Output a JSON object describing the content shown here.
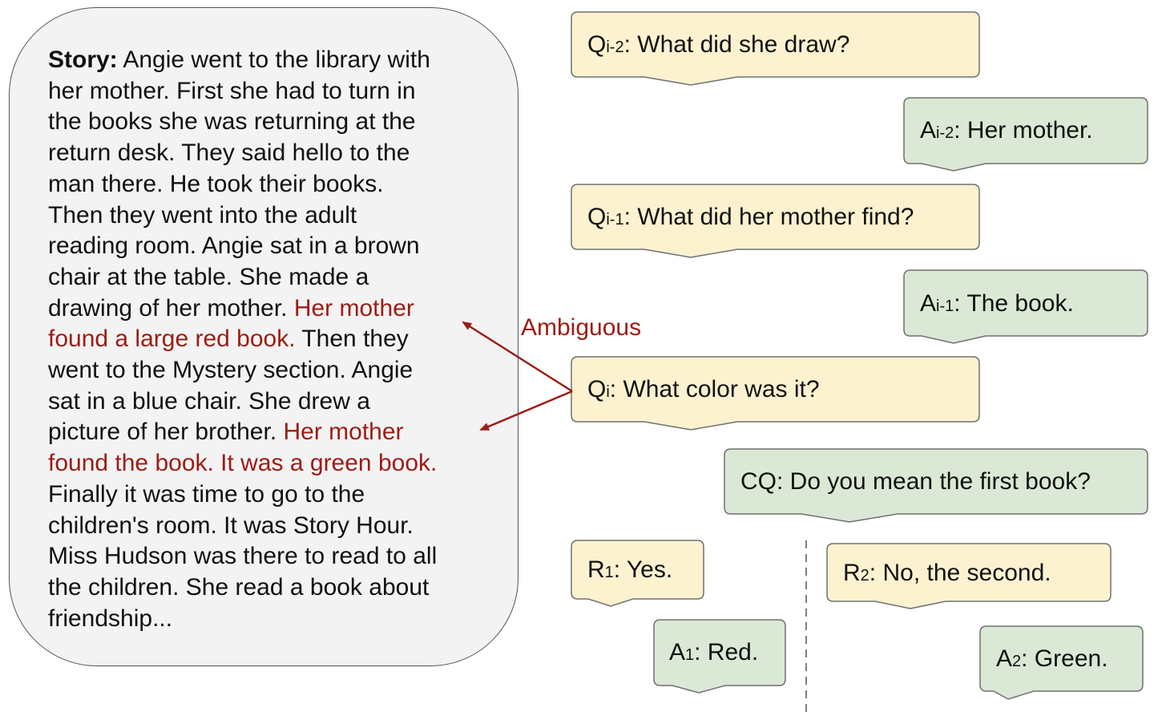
{
  "story": {
    "label": "Story:",
    "lines": [
      " Angie went to the library with",
      "her mother. First she had to turn in",
      "the books she was returning at the",
      "return desk. They said hello to the",
      "man there. He took their books.",
      "Then they went into the adult",
      "reading room. Angie sat in a brown",
      "chair at the table. She made a",
      "drawing of her mother. ",
      "found a large red book.",
      " Then they",
      "went to the Mystery section. Angie",
      "sat in a blue chair. She drew a",
      "picture of her brother. ",
      "found the book. It was a green book.",
      "Finally it was time to go to the",
      "children's room. It was Story Hour.",
      "Miss Hudson was there to read to all",
      "the children. She read a book about",
      "friendship..."
    ],
    "highlight_1a": "Her mother",
    "highlight_2a": "Her mother",
    "highlight_color": "#9c1c14"
  },
  "annotation": {
    "ambiguous_label": "Ambiguous",
    "color": "#9c1c14"
  },
  "colors": {
    "question_fill": "#fcf2cf",
    "answer_fill": "#dbe8d5",
    "border": "#707070"
  },
  "dialogue": {
    "q_i2": {
      "main": "Q",
      "sub": "i-2",
      "text": ": What did she draw?"
    },
    "a_i2": {
      "main": "A",
      "sub": "i-2",
      "text": ": Her mother."
    },
    "q_i1": {
      "main": "Q",
      "sub": "i-1",
      "text": ": What did her mother find?"
    },
    "a_i1": {
      "main": "A",
      "sub": "i-1",
      "text": ": The book."
    },
    "q_i": {
      "main": "Q",
      "sub": "i",
      "text": ": What color was it?"
    },
    "cq": {
      "text": "CQ: Do you mean the first book?"
    },
    "r1": {
      "main": "R",
      "sub": "1",
      "text": ": Yes."
    },
    "a1": {
      "main": "A",
      "sub": "1",
      "text": ": Red."
    },
    "r2": {
      "main": "R",
      "sub": "2",
      "text": ": No, the second."
    },
    "a2": {
      "main": "A",
      "sub": "2",
      "text": ": Green."
    }
  }
}
